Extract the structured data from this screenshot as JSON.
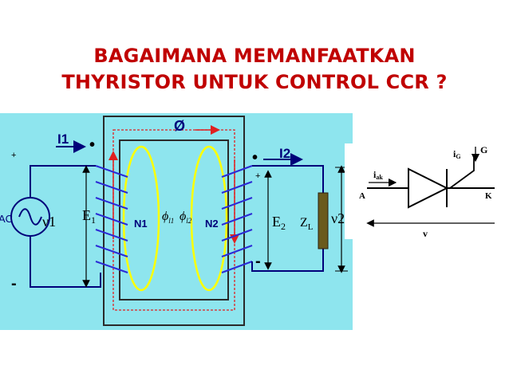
{
  "title": {
    "line1": "BAGAIMANA MEMANFAATKAN",
    "line2": "THYRISTOR UNTUK CONTROL  CCR ?"
  },
  "transformer": {
    "primary_current": "I1",
    "secondary_current": "I2",
    "flux": "Ø",
    "source": "AC",
    "v1": "ν1",
    "e1": "E",
    "e1_sub": "1",
    "e2": "E",
    "e2_sub": "2",
    "n1": "N1",
    "n2": "N2",
    "phi1": "ϕ",
    "phi1_sub": "l1",
    "phi2": "ϕ",
    "phi2_sub": "l2",
    "zl": "Z",
    "zl_sub": "L",
    "v2": "ν2",
    "plus": "+",
    "minus": "-",
    "dot": "•"
  },
  "thyristor": {
    "gate_current": "i",
    "gate_current_sub": "G",
    "gate": "G",
    "anode_current": "i",
    "anode_current_sub": "ak",
    "anode": "A",
    "cathode": "K",
    "voltage": "v"
  },
  "colors": {
    "title": "#c00000",
    "panel": "#8ee5ee",
    "wire": "#00007a",
    "core": "#2a2a2a",
    "winding": "#2b2bd6",
    "flux_loop": "#ffff00",
    "dashed": "#e02020",
    "load": "#6a5a1c"
  }
}
